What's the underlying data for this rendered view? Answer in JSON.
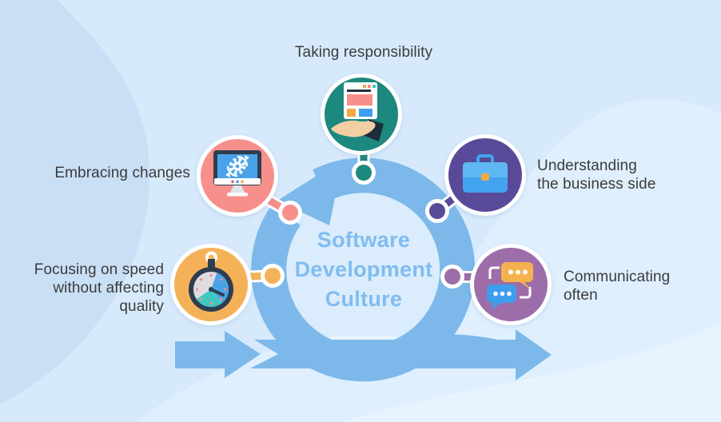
{
  "diagram": {
    "title": "Software\nDevelopment\nCulture",
    "items": [
      {
        "label": "Taking responsibility",
        "icon": "hand-browser-icon",
        "color": "#1d887e"
      },
      {
        "label": "Understanding\nthe business side",
        "icon": "briefcase-icon",
        "color": "#594a99"
      },
      {
        "label": "Communicating\noften",
        "icon": "chat-bubbles-icon",
        "color": "#9d6daa"
      },
      {
        "label": "Focusing on speed\nwithout affecting\nquality",
        "icon": "stopwatch-icon",
        "color": "#f5b157"
      },
      {
        "label": "Embracing changes",
        "icon": "monitor-gear-icon",
        "color": "#f78f8a"
      }
    ],
    "colors": {
      "arrow_blue": "#7cb9ea",
      "inner_disc": "#dbecfc",
      "title_blue": "#80bcf0",
      "label_text": "#3b3b3b",
      "background": "#d9ecfd"
    }
  }
}
